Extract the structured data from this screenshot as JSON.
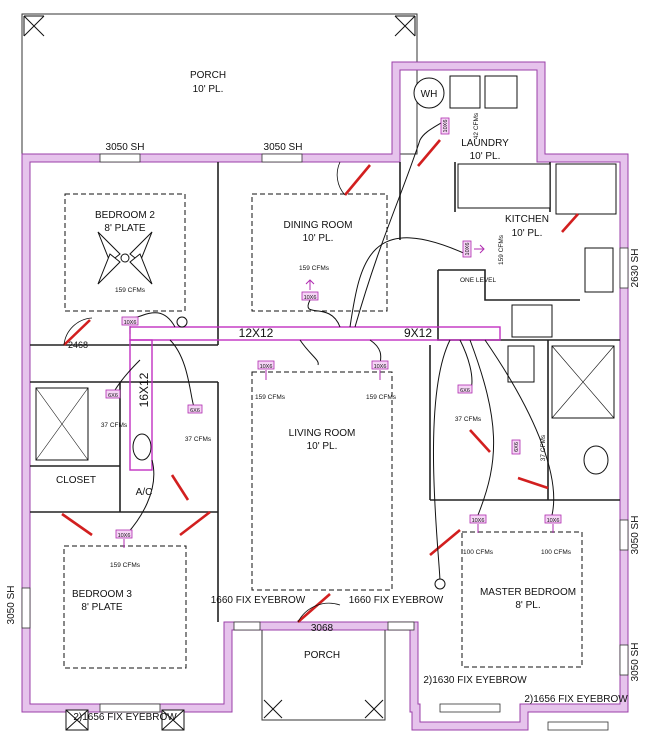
{
  "porch_top": {
    "name": "PORCH",
    "ceiling": "10' PL."
  },
  "porch_bottom": {
    "name": "PORCH"
  },
  "rooms": {
    "bedroom2": {
      "name": "BEDROOM 2",
      "ceiling": "8' PLATE",
      "cfm": "159 CFMs",
      "vent": "10X6"
    },
    "dining": {
      "name": "DINING ROOM",
      "ceiling": "10' PL.",
      "cfm": "159 CFMs",
      "vent": "10X6"
    },
    "laundry": {
      "name": "LAUNDRY",
      "ceiling": "10' PL.",
      "cfm": "42 CFMs",
      "vent": "10X6"
    },
    "kitchen": {
      "name": "KITCHEN",
      "ceiling": "10' PL.",
      "cfm": "159 CFMs",
      "vent": "10X6"
    },
    "living": {
      "name": "LIVING ROOM",
      "ceiling": "10' PL.",
      "cfm_left": "159 CFMs",
      "cfm_right": "159 CFMs",
      "vent_left": "10X6",
      "vent_right": "10X6"
    },
    "bath2": {
      "cfm": "37 CFMs",
      "vent": "6X6"
    },
    "hall": {
      "cfm": "37 CFMs",
      "vent": "6X6"
    },
    "master_bath": {
      "cfm_a": "37 CFMs",
      "cfm_b": "37 CFMs",
      "vent_a": "6X6",
      "vent_b": "6X6"
    },
    "closet": {
      "name": "CLOSET"
    },
    "ac": {
      "name": "A/C"
    },
    "bedroom3": {
      "name": "BEDROOM 3",
      "ceiling": "8' PLATE",
      "cfm": "159 CFMs",
      "vent": "10X6"
    },
    "master": {
      "name": "MASTER BEDROOM",
      "ceiling": "8' PL.",
      "cfm_left": "100 CFMs",
      "cfm_right": "100 CFMs",
      "vent_left": "10X6",
      "vent_right": "10X6"
    }
  },
  "windows": {
    "top_left": "3050 SH",
    "top_mid": "3050 SH",
    "left_side": "3050 SH",
    "right_kitchen": "2630 SH",
    "right_master_a": "3050 SH",
    "right_master_b": "3050 SH",
    "eyebrow_left": "1660 FIX EYEBROW",
    "eyebrow_right": "1660 FIX EYEBROW",
    "bottom_left": "2)1656 FIX EYEBROW",
    "bottom_mid_right": "2)1630 FIX EYEBROW",
    "bottom_right": "2)1656 FIX EYEBROW"
  },
  "doors": {
    "hall_door": "2468",
    "entry_door": "3068"
  },
  "fixtures": {
    "water_heater": "WH",
    "one_level": "ONE LEVEL"
  },
  "ducts": {
    "trunk_main": "12X12",
    "trunk_right": "9X12",
    "trunk_vertical": "16X12"
  },
  "colors": {
    "wall_fill": "#e6c3ec",
    "wall_stroke": "#9b3fa8",
    "duct": "#c230c2",
    "door": "#d21f1f"
  }
}
